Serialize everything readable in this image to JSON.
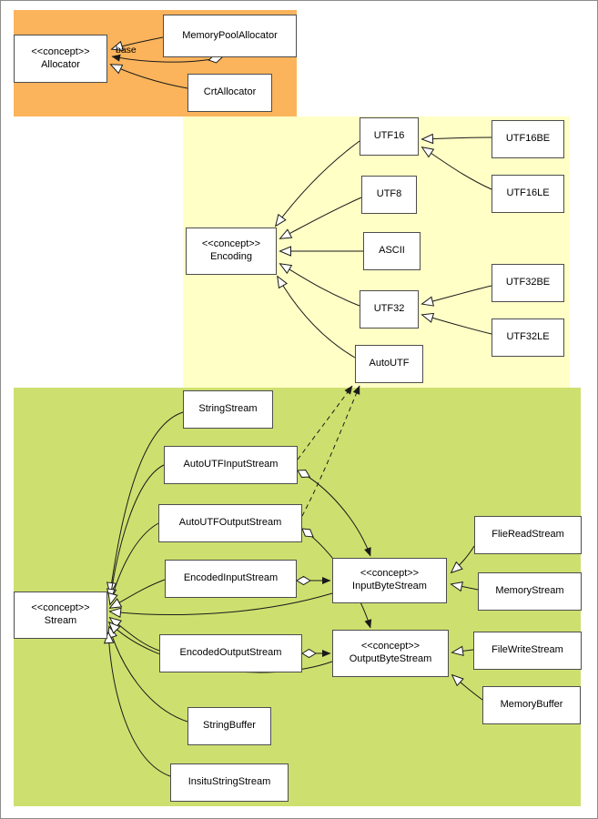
{
  "diagram": {
    "description": "UML concept diagram of allocator, encoding and stream classes"
  },
  "edge_labels": {
    "base": "base"
  },
  "colors": {
    "allocator_region": "#fbb45b",
    "encoding_region": "#ffffc6",
    "stream_region": "#cde06f",
    "node_fill": "#ffffff",
    "node_border": "#4d4d4d",
    "edge": "#1a1a1a"
  },
  "nodes": {
    "allocator": {
      "stereotype": "<<concept>>",
      "name": "Allocator"
    },
    "memory_pool_allocator": {
      "name": "MemoryPoolAllocator"
    },
    "crt_allocator": {
      "name": "CrtAllocator"
    },
    "encoding": {
      "stereotype": "<<concept>>",
      "name": "Encoding"
    },
    "utf16": {
      "name": "UTF16"
    },
    "utf8": {
      "name": "UTF8"
    },
    "ascii": {
      "name": "ASCII"
    },
    "utf32": {
      "name": "UTF32"
    },
    "autoutf": {
      "name": "AutoUTF"
    },
    "utf16be": {
      "name": "UTF16BE"
    },
    "utf16le": {
      "name": "UTF16LE"
    },
    "utf32be": {
      "name": "UTF32BE"
    },
    "utf32le": {
      "name": "UTF32LE"
    },
    "stream": {
      "stereotype": "<<concept>>",
      "name": "Stream"
    },
    "string_stream": {
      "name": "StringStream"
    },
    "autoutf_input_stream": {
      "name": "AutoUTFInputStream"
    },
    "autoutf_output_stream": {
      "name": "AutoUTFOutputStream"
    },
    "encoded_input_stream": {
      "name": "EncodedInputStream"
    },
    "encoded_output_stream": {
      "name": "EncodedOutputStream"
    },
    "string_buffer": {
      "name": "StringBuffer"
    },
    "insitu_string_stream": {
      "name": "InsituStringStream"
    },
    "input_byte_stream": {
      "stereotype": "<<concept>>",
      "name": "InputByteStream"
    },
    "output_byte_stream": {
      "stereotype": "<<concept>>",
      "name": "OutputByteStream"
    },
    "flie_read_stream": {
      "name": "FlieReadStream"
    },
    "memory_stream": {
      "name": "MemoryStream"
    },
    "file_write_stream": {
      "name": "FileWriteStream"
    },
    "memory_buffer": {
      "name": "MemoryBuffer"
    }
  },
  "edges": [
    {
      "from": "MemoryPoolAllocator",
      "to": "Allocator",
      "type": "generalization"
    },
    {
      "from": "MemoryPoolAllocator",
      "to": "Allocator",
      "type": "aggregation",
      "label": "base"
    },
    {
      "from": "CrtAllocator",
      "to": "Allocator",
      "type": "generalization"
    },
    {
      "from": "UTF16",
      "to": "Encoding",
      "type": "generalization"
    },
    {
      "from": "UTF8",
      "to": "Encoding",
      "type": "generalization"
    },
    {
      "from": "ASCII",
      "to": "Encoding",
      "type": "generalization"
    },
    {
      "from": "UTF32",
      "to": "Encoding",
      "type": "generalization"
    },
    {
      "from": "AutoUTF",
      "to": "Encoding",
      "type": "generalization"
    },
    {
      "from": "UTF16BE",
      "to": "UTF16",
      "type": "generalization"
    },
    {
      "from": "UTF16LE",
      "to": "UTF16",
      "type": "generalization"
    },
    {
      "from": "UTF32BE",
      "to": "UTF32",
      "type": "generalization"
    },
    {
      "from": "UTF32LE",
      "to": "UTF32",
      "type": "generalization"
    },
    {
      "from": "StringStream",
      "to": "Stream",
      "type": "generalization"
    },
    {
      "from": "AutoUTFInputStream",
      "to": "Stream",
      "type": "generalization"
    },
    {
      "from": "AutoUTFOutputStream",
      "to": "Stream",
      "type": "generalization"
    },
    {
      "from": "EncodedInputStream",
      "to": "Stream",
      "type": "generalization"
    },
    {
      "from": "EncodedOutputStream",
      "to": "Stream",
      "type": "generalization"
    },
    {
      "from": "StringBuffer",
      "to": "Stream",
      "type": "generalization"
    },
    {
      "from": "InsituStringStream",
      "to": "Stream",
      "type": "generalization"
    },
    {
      "from": "InputByteStream",
      "to": "Stream",
      "type": "generalization"
    },
    {
      "from": "OutputByteStream",
      "to": "Stream",
      "type": "generalization"
    },
    {
      "from": "AutoUTFInputStream",
      "to": "AutoUTF",
      "type": "dependency"
    },
    {
      "from": "AutoUTFOutputStream",
      "to": "AutoUTF",
      "type": "dependency"
    },
    {
      "from": "AutoUTFInputStream",
      "to": "InputByteStream",
      "type": "aggregation"
    },
    {
      "from": "AutoUTFOutputStream",
      "to": "OutputByteStream",
      "type": "aggregation"
    },
    {
      "from": "EncodedInputStream",
      "to": "InputByteStream",
      "type": "aggregation"
    },
    {
      "from": "EncodedOutputStream",
      "to": "OutputByteStream",
      "type": "aggregation"
    },
    {
      "from": "FlieReadStream",
      "to": "InputByteStream",
      "type": "generalization"
    },
    {
      "from": "MemoryStream",
      "to": "InputByteStream",
      "type": "generalization"
    },
    {
      "from": "FileWriteStream",
      "to": "OutputByteStream",
      "type": "generalization"
    },
    {
      "from": "MemoryBuffer",
      "to": "OutputByteStream",
      "type": "generalization"
    }
  ]
}
